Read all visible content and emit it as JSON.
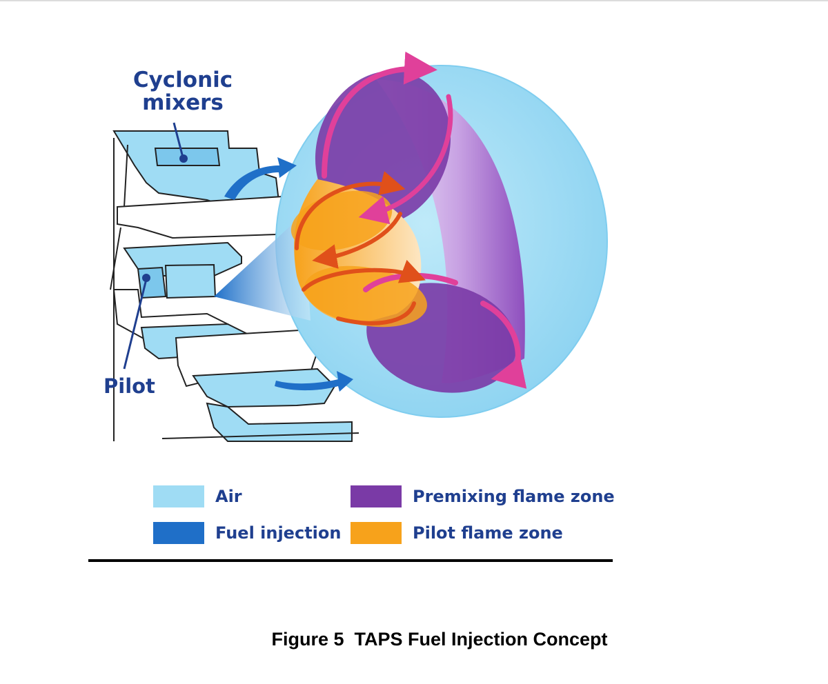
{
  "labels": {
    "cyclonic_line1": "Cyclonic",
    "cyclonic_line2": "mixers",
    "pilot": "Pilot"
  },
  "legend": [
    {
      "label": "Air",
      "color": "#9fdcf4"
    },
    {
      "label": "Fuel injection",
      "color": "#1f6fc8"
    },
    {
      "label": "Premixing flame zone",
      "color": "#7a3aa6"
    },
    {
      "label": "Pilot flame zone",
      "color": "#f7a21b"
    }
  ],
  "caption": "Figure 5  TAPS Fuel Injection Concept",
  "colors": {
    "label_text": "#1f3f8f",
    "air_light": "#9fdcf4",
    "fuel_blue": "#1f6fc8",
    "premix_purple": "#7a3aa6",
    "pilot_orange": "#f7a21b",
    "swirl_magenta": "#e0409a",
    "swirl_red": "#e0501a"
  }
}
